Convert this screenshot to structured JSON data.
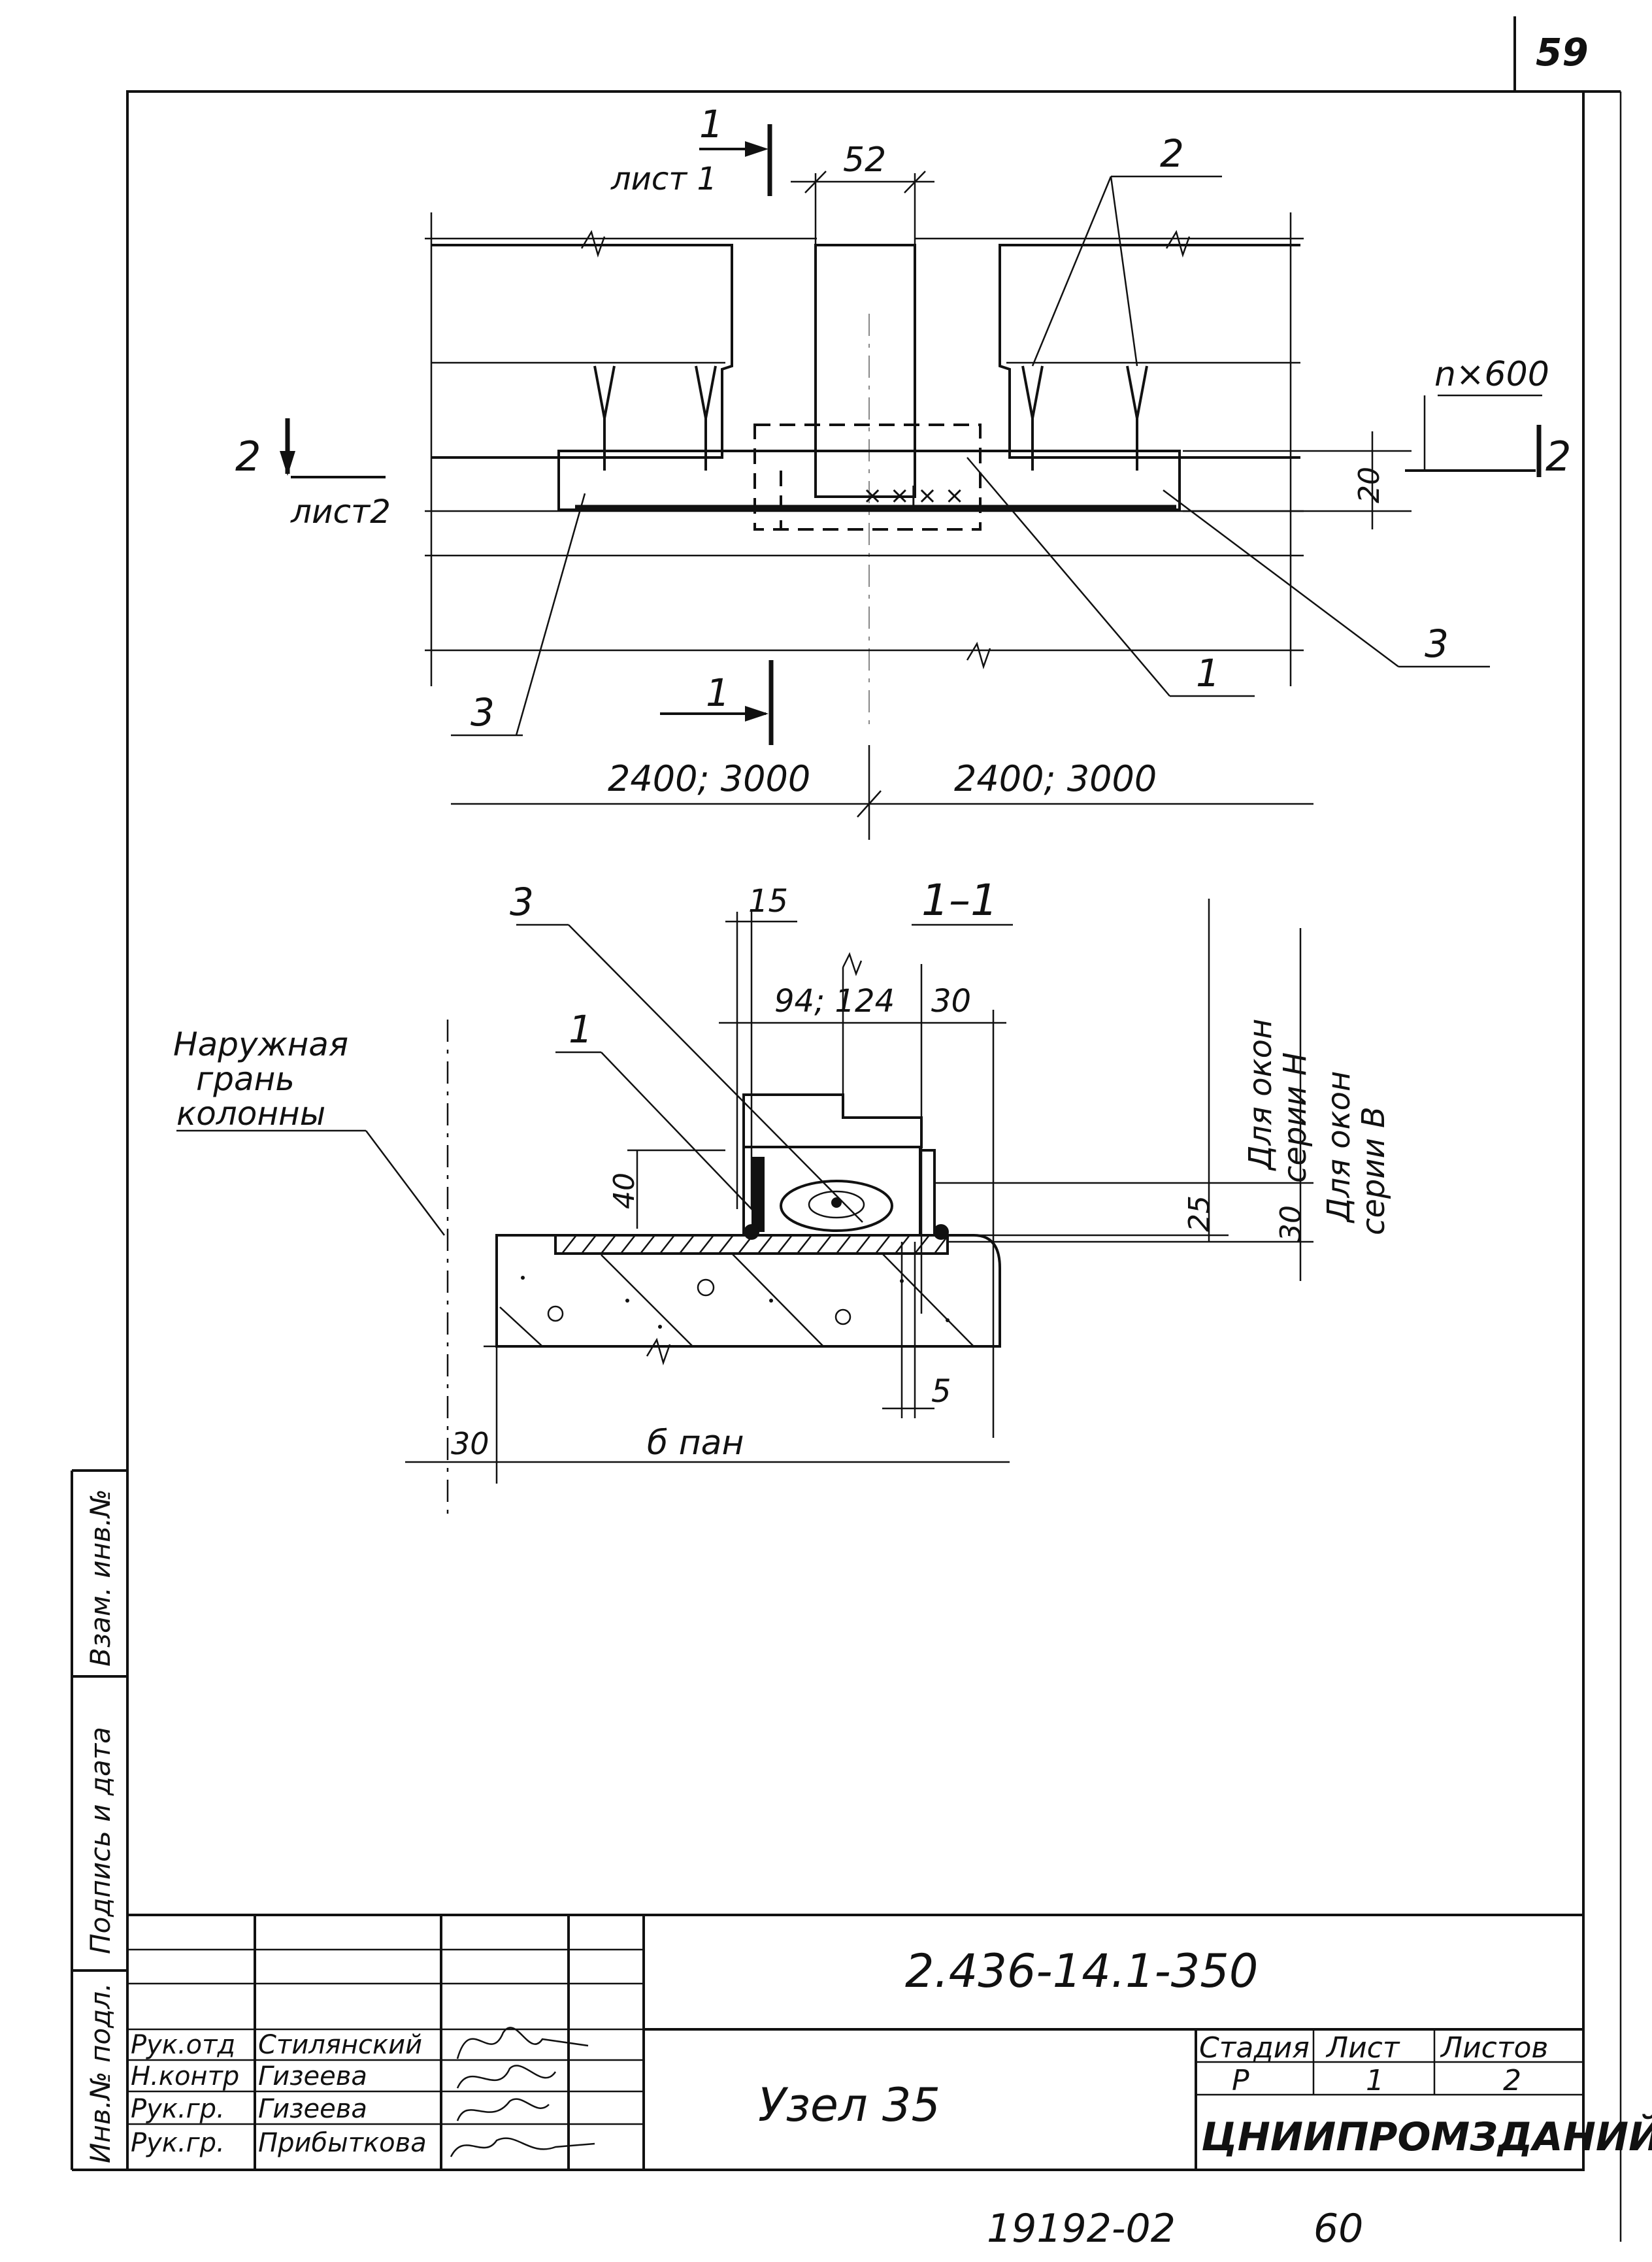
{
  "page": {
    "sheet_number_top": "59",
    "bottom_number": "19192-02",
    "bottom_page": "60"
  },
  "plan": {
    "section_mark_top": "1",
    "section_mark_top_sheet": "лист 1",
    "dim_52": "52",
    "leader_2": "2",
    "section_mark_left": "2",
    "section_mark_left_sheet": "лист2",
    "dim_n600": "n×600",
    "section_mark_right": "2",
    "dim_20": "20",
    "leader_3_left": "3",
    "leader_1": "1",
    "leader_3_right": "3",
    "section_mark_bottom": "1",
    "dim_left": "2400; 3000",
    "dim_right": "2400; 3000"
  },
  "section": {
    "title": "1–1",
    "leader_3": "3",
    "leader_1": "1",
    "dim_15": "15",
    "dim_94_124": "94; 124",
    "dim_30_top": "30",
    "note_column_face": [
      "Наружная",
      "грань",
      "колонны"
    ],
    "note_series_h": [
      "Для окон",
      "серии Н"
    ],
    "note_series_v": [
      "Для окон",
      "серии В"
    ],
    "dim_40": "40",
    "dim_25": "25",
    "dim_30_right": "30",
    "dim_5": "5",
    "dim_30_left": "30",
    "dim_b_pan": "б пан"
  },
  "side_stamp": {
    "inv_podl": "Инв.№ подл.",
    "sign_date": "Подпись и дата",
    "vzam_inv": "Взам. инв.№"
  },
  "title_block": {
    "doc_code": "2.436-14.1-350",
    "title": "Узел 35",
    "org": "ЦНИИПРОМЗДАНИЙ",
    "stage_label": "Стадия",
    "sheet_label": "Лист",
    "sheets_label": "Листов",
    "stage_value": "Р",
    "sheet_value": "1",
    "sheets_value": "2",
    "rows": [
      {
        "role": "Рук.отд",
        "name": "Стилянский"
      },
      {
        "role": "Н.контр",
        "name": "Гизеева"
      },
      {
        "role": "Рук.гр.",
        "name": "Гизеева"
      },
      {
        "role": "Рук.гр.",
        "name": "Прибыткова"
      }
    ]
  }
}
